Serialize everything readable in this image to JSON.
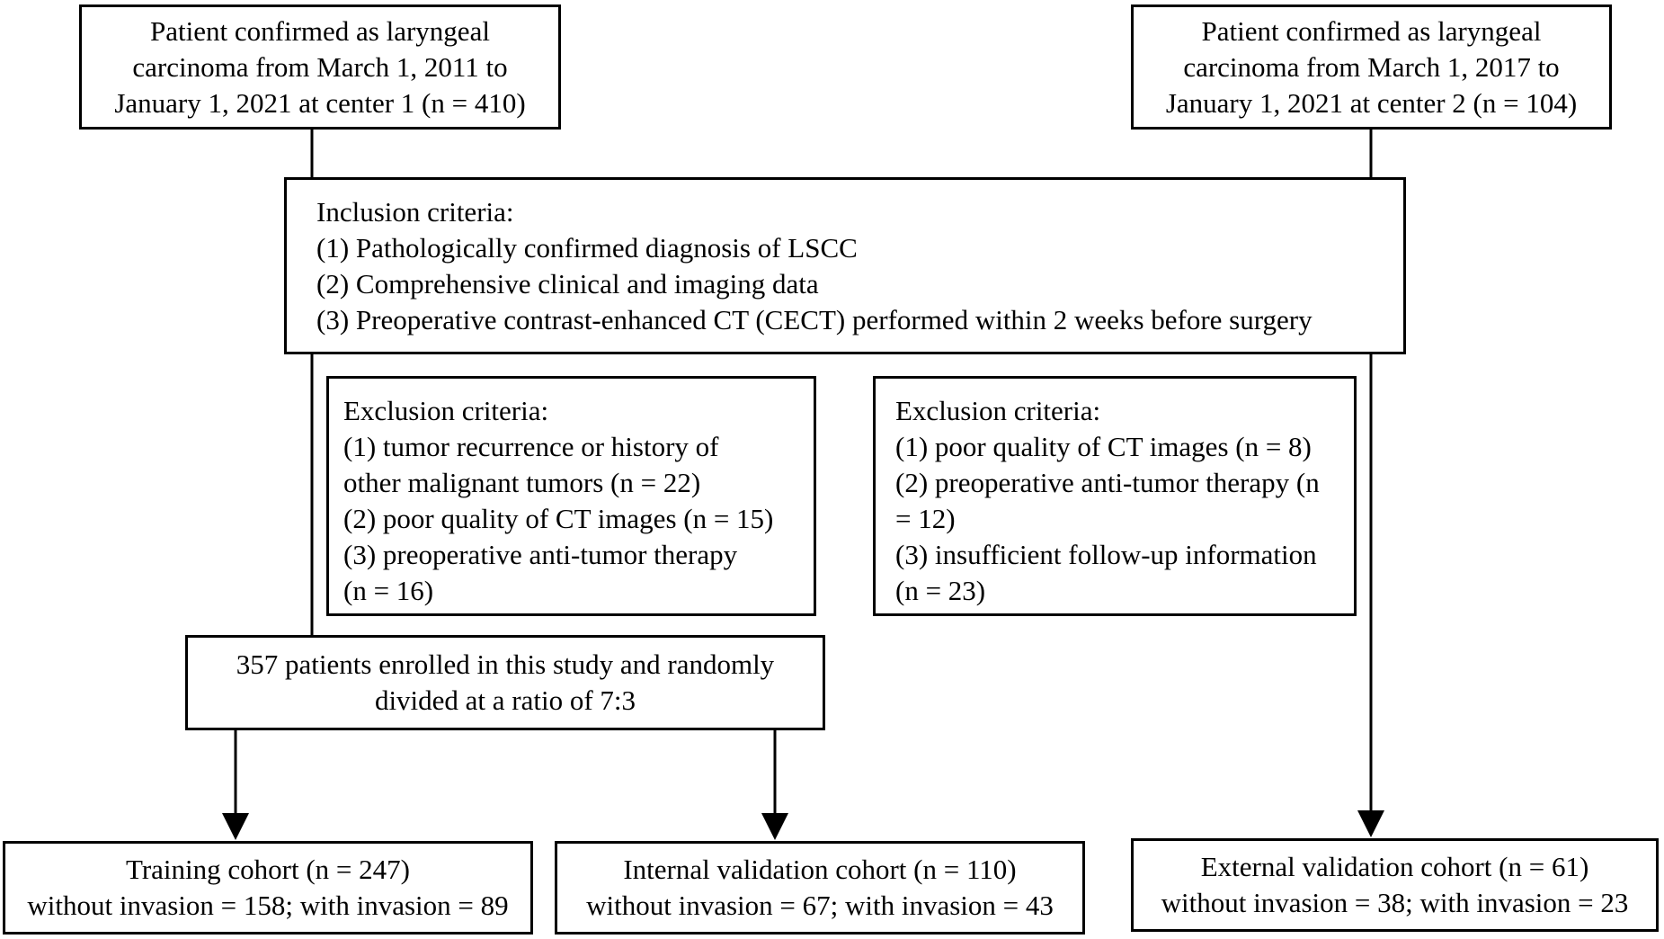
{
  "flowchart": {
    "center1_source": {
      "lines": [
        "Patient confirmed as laryngeal",
        "carcinoma from March 1, 2011 to",
        "January 1, 2021 at center 1 (n = 410)"
      ]
    },
    "center2_source": {
      "lines": [
        "Patient confirmed as laryngeal",
        "carcinoma from March 1, 2017 to",
        "January 1, 2021 at center 2 (n = 104)"
      ]
    },
    "inclusion": {
      "title": "Inclusion criteria:",
      "items": [
        "(1) Pathologically confirmed diagnosis of LSCC",
        "(2) Comprehensive clinical and imaging data",
        "(3) Preoperative contrast-enhanced CT (CECT) performed within 2 weeks before surgery"
      ]
    },
    "exclusion_center1": {
      "title": "Exclusion criteria:",
      "lines": [
        "(1) tumor recurrence or history of",
        "other malignant tumors (n = 22)",
        "(2) poor quality of CT images (n = 15)",
        "(3) preoperative anti-tumor therapy",
        "(n = 16)"
      ]
    },
    "exclusion_center2": {
      "title": "Exclusion criteria:",
      "lines": [
        "(1) poor quality of CT images (n = 8)",
        "(2) preoperative anti-tumor therapy (n",
        "= 12)",
        "(3) insufficient follow-up information",
        "(n = 23)"
      ]
    },
    "enrolled": {
      "lines": [
        "357 patients enrolled in this study and randomly",
        "divided at a ratio of 7:3"
      ]
    },
    "training": {
      "lines": [
        "Training cohort (n = 247)",
        "without invasion = 158; with invasion = 89"
      ]
    },
    "internal_validation": {
      "lines": [
        "Internal validation cohort (n = 110)",
        "without invasion = 67; with invasion = 43"
      ]
    },
    "external_validation": {
      "lines": [
        "External validation cohort (n = 61)",
        "without invasion = 38; with invasion = 23"
      ]
    }
  }
}
